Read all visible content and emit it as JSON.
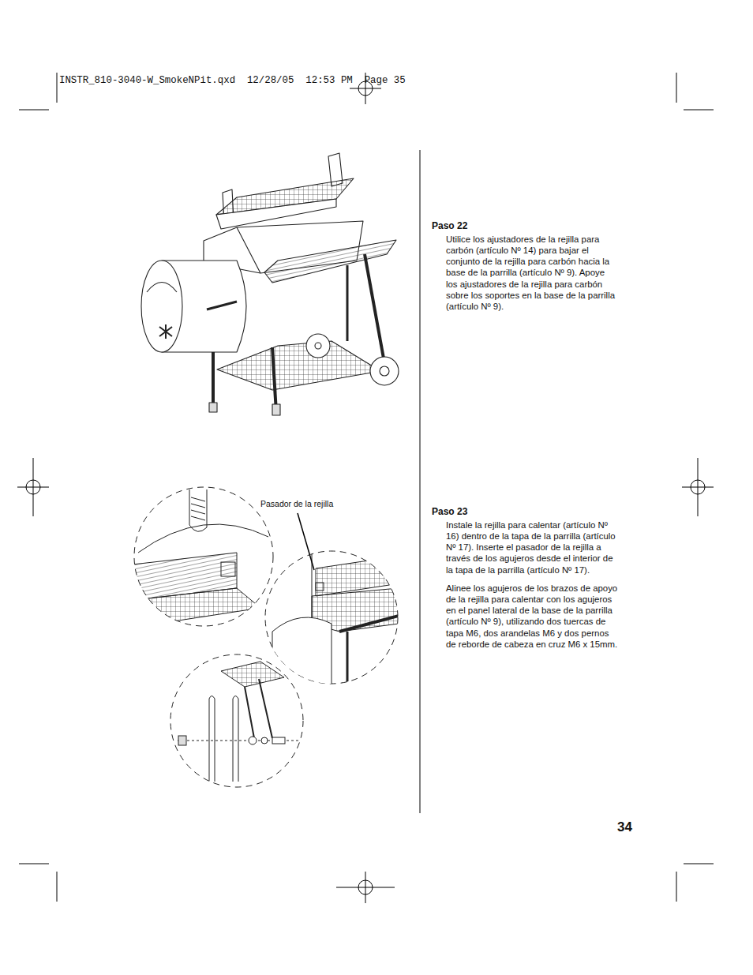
{
  "diagram": {
    "labels": [
      "INSTR_810-3040-W_SmokeNPit.qxd  12/28/05  12:53 PM  Page 35",
      "Paso 22",
      "Utilice los ajustadores de la rejilla para carbón (artículo Nº 14) para bajar el conjunto de la rejilla para carbón hacia la base de la parrilla (artículo Nº 9). Apoye los ajustadores de la rejilla para carbón sobre los soportes en la base de la parrilla (artículo Nº 9).",
      "Pasador de la rejilla",
      "Paso 23",
      "Instale la rejilla para calentar (artículo Nº 16) dentro de la tapa de la parrilla (artículo Nº 17). Inserte el pasador de la rejilla a través de los agujeros desde el interior de la tapa de la parrilla (artículo Nº 17).",
      "Alinee los agujeros de los brazos de apoyo de la rejilla para calentar con los agujeros en el panel lateral de la base de la parrilla (artículo Nº 9), utilizando dos tuercas de tapa M6, dos arandelas M6 y dos pernos de reborde de cabeza en cruz M6 x 15mm.",
      "34"
    ]
  }
}
